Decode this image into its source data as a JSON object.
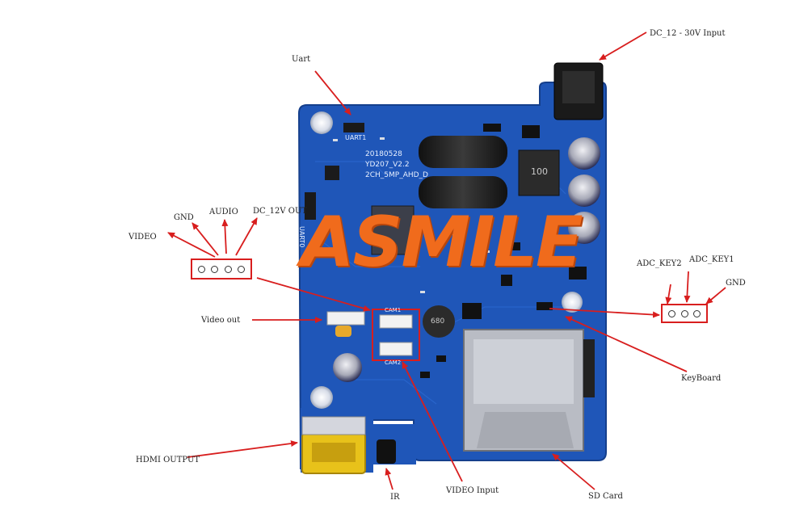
{
  "board": {
    "version_lines": [
      "20180528",
      "YD207_V2.2",
      "2CH_5MP_AHD_D"
    ],
    "silkscreen": {
      "uart1": "UART1",
      "uart0": "UART0",
      "inductor": "100",
      "inductor2": "680",
      "cam1": "CAM1",
      "cam2": "CAM2"
    }
  },
  "logo": {
    "text": "ASMILE",
    "color": "#f06b1c"
  },
  "labels": {
    "dc_input": "DC_12 - 30V Input",
    "uart": "Uart",
    "gnd_left": "GND",
    "audio": "AUDIO",
    "dc12_out": "DC_12V OUT",
    "video": "VIDEO",
    "video_out": "Video out",
    "adc_key2": "ADC_KEY2",
    "adc_key1": "ADC_KEY1",
    "gnd_right": "GND",
    "keyboard": "KeyBoard",
    "hdmi": "HDMI OUTPUT",
    "ir": "IR",
    "video_input": "VIDEO Input",
    "sd_card": "SD Card"
  },
  "colors": {
    "pcb": "#1f56b8",
    "pcb_dark": "#153f8c",
    "annotation": "#d81e1e",
    "hdmi": "#e8c21a"
  }
}
